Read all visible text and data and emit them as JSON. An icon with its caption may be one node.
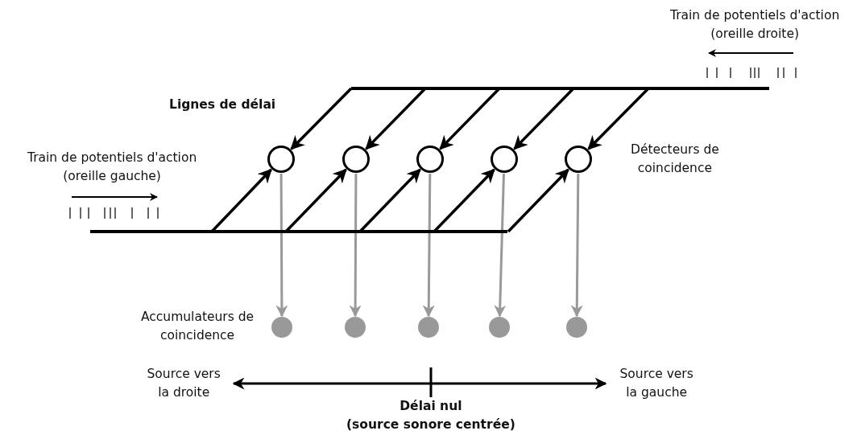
{
  "diagram": {
    "nodes": [
      {
        "text": [],
        "shape": "bar"
      },
      {
        "text": [],
        "shape": "circle"
      },
      {
        "text": [],
        "shape": "circle"
      },
      {
        "text": [],
        "shape": "circle"
      },
      {
        "text": [],
        "shape": "circle"
      },
      {
        "text": [],
        "shape": "circle"
      },
      {
        "text": [],
        "shape": "bar"
      },
      {
        "text": [],
        "shape": "circle"
      },
      {
        "text": [],
        "shape": "circle"
      },
      {
        "text": [],
        "shape": "circle"
      },
      {
        "text": [],
        "shape": "circle"
      },
      {
        "text": [],
        "shape": "circle"
      }
    ],
    "edges": [
      {
        "from": 0,
        "to": 1,
        "arrow": "to"
      },
      {
        "from": 0,
        "to": 2,
        "arrow": "to"
      },
      {
        "from": 0,
        "to": 3,
        "arrow": "to"
      },
      {
        "from": 0,
        "to": 4,
        "arrow": "to"
      },
      {
        "from": 0,
        "to": 5,
        "arrow": "to"
      },
      {
        "from": 6,
        "to": 1,
        "arrow": "to"
      },
      {
        "from": 6,
        "to": 2,
        "arrow": "to"
      },
      {
        "from": 6,
        "to": 3,
        "arrow": "to"
      },
      {
        "from": 6,
        "to": 4,
        "arrow": "to"
      },
      {
        "from": 6,
        "to": 5,
        "arrow": "to"
      },
      {
        "from": 1,
        "to": 7,
        "arrow": "to",
        "color": "#999999"
      },
      {
        "from": 2,
        "to": 8,
        "arrow": "to",
        "color": "#999999"
      },
      {
        "from": 3,
        "to": 9,
        "arrow": "to",
        "color": "#999999"
      },
      {
        "from": 4,
        "to": 10,
        "arrow": "to",
        "color": "#999999"
      },
      {
        "from": 5,
        "to": 11,
        "arrow": "to",
        "color": "#999999"
      }
    ],
    "labels": [
      "Train de potentiels d'action (oreille droite)",
      "Lignes de délai",
      "Train de potentiels d'action (oreille gauche)",
      "Détecteurs de coincidence",
      "Accumulateurs de coincidence",
      "Source vers la droite",
      "Source vers la gauche",
      "Délai nul (source sonore centrée)"
    ]
  }
}
